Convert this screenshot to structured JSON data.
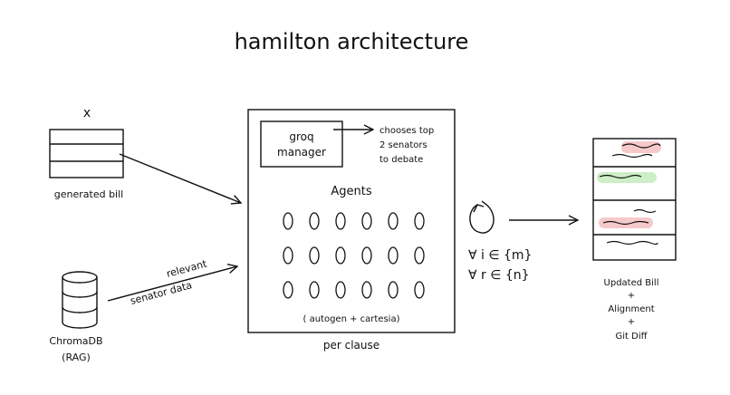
{
  "title": "hamilton architecture",
  "input_bill": {
    "var_label": "x",
    "caption": "generated bill"
  },
  "database": {
    "line1": "ChromaDB",
    "line2": "(RAG)"
  },
  "db_arrow_label": {
    "line1": "relevant",
    "line2": "senator data"
  },
  "manager": {
    "line1": "groq",
    "line2": "manager"
  },
  "manager_note": {
    "line1": "chooses top",
    "line2": "2 senators",
    "line3": "to debate"
  },
  "agents": {
    "title": "Agents",
    "subtitle": "( autogen + cartesia)",
    "rows": 3,
    "cols": 6
  },
  "main_box_caption": "per clause",
  "loop": {
    "line1": "∀ i ∈ {m}",
    "line2": "∀ r ∈ {n}"
  },
  "output": {
    "line1": "Updated Bill",
    "line2": "+",
    "line3": "Alignment",
    "line4": "+",
    "line5": "Git Diff",
    "highlight_colors": [
      "#f6c9cb",
      "#cdeec6",
      "#f6c9cb"
    ]
  }
}
